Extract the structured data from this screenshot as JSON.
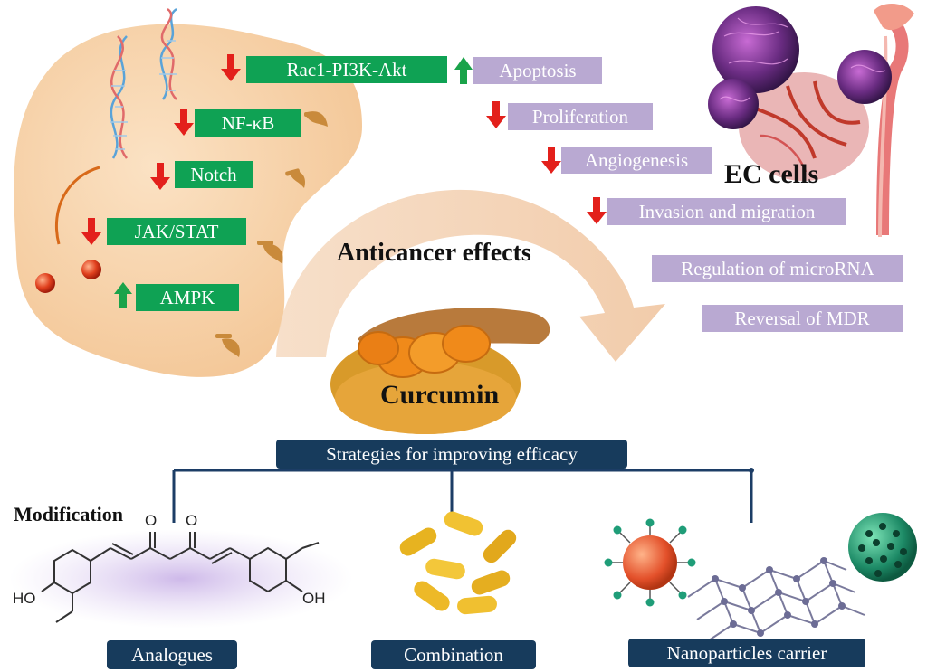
{
  "pathways": {
    "rac1": "Rac1-PI3K-Akt",
    "nfkb": "NF-κB",
    "notch": "Notch",
    "jakstat": "JAK/STAT",
    "ampk": "AMPK"
  },
  "effects": {
    "apoptosis": "Apoptosis",
    "proliferation": "Proliferation",
    "angiogenesis": "Angiogenesis",
    "invasion": "Invasion and migration",
    "microrna": "Regulation of microRNA",
    "mdr": "Reversal of MDR"
  },
  "labels": {
    "ec_cells": "EC cells",
    "anticancer": "Anticancer effects",
    "curcumin": "Curcumin",
    "strategies": "Strategies for improving efficacy",
    "modification": "Modification",
    "analogues": "Analogues",
    "combination": "Combination",
    "nanoparticles": "Nanoparticles carrier"
  },
  "molecule": {
    "ho_left": "HO",
    "oh_right": "OH",
    "o_left": "O",
    "o_right": "O"
  },
  "colors": {
    "green_box": "#0fa254",
    "purple_box": "#b9a9d2",
    "navy_box": "#173b5c",
    "down_arrow": "#e3201b",
    "up_arrow": "#1aa34a",
    "cell_fill": "#f6cfa4"
  }
}
